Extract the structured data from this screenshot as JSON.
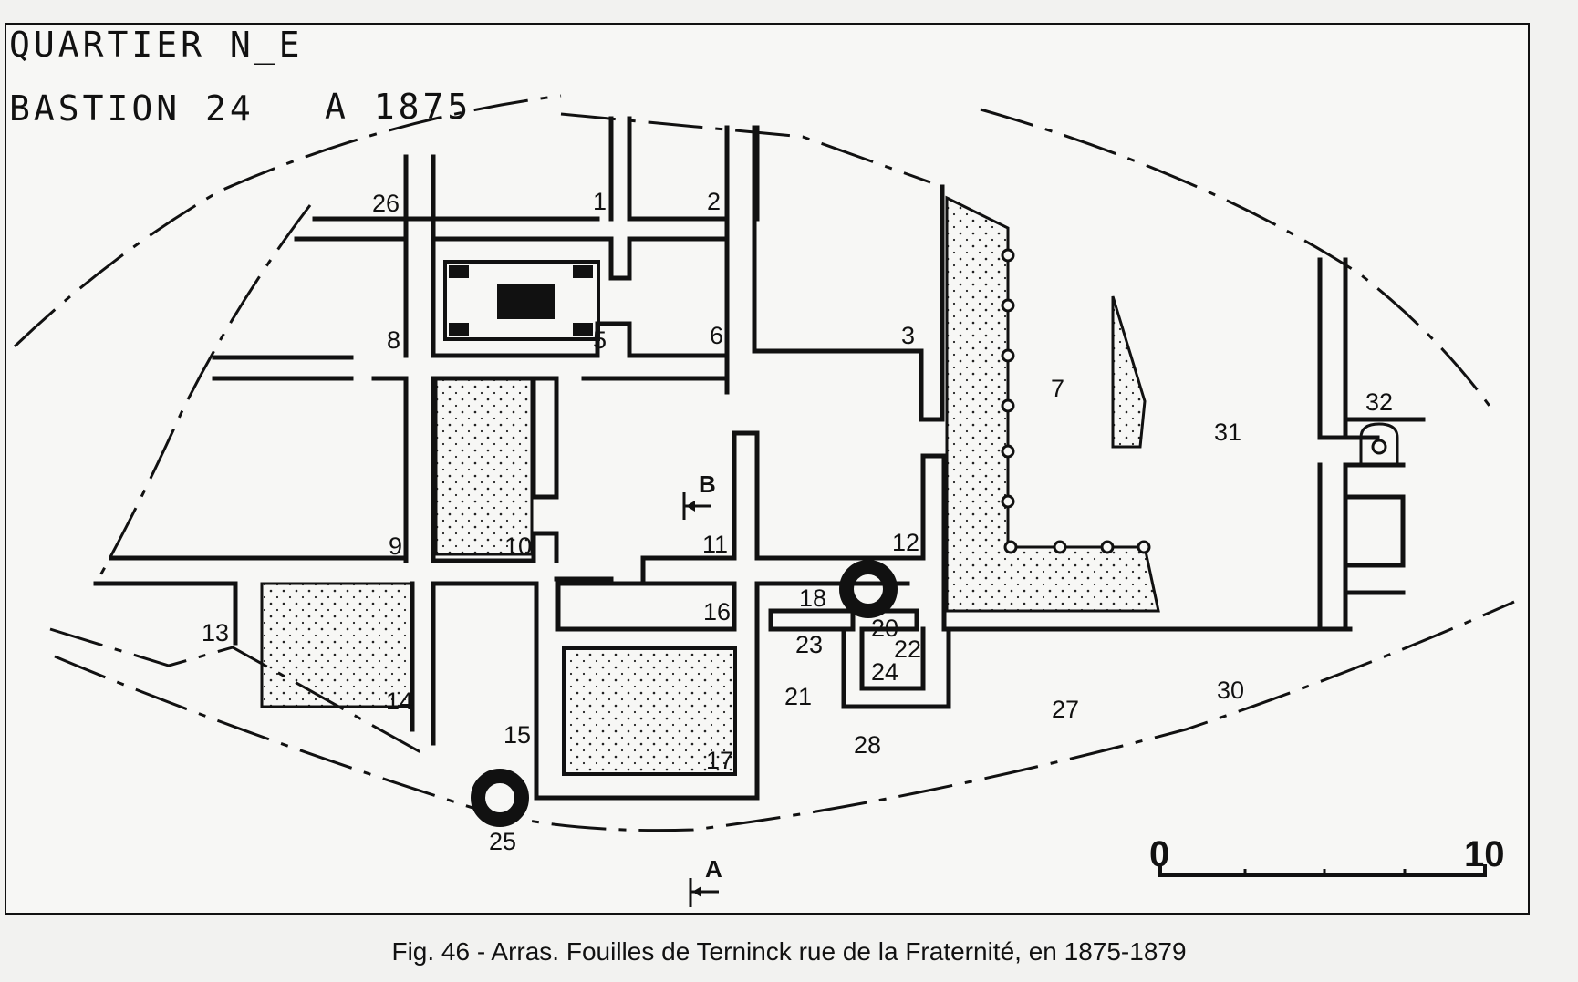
{
  "header": {
    "line1": "QUARTIER N_E",
    "line2_left": "BASTION 24",
    "line2_right": "A 1875"
  },
  "rooms": [
    "1",
    "2",
    "3",
    "5",
    "6",
    "7",
    "8",
    "9",
    "10",
    "11",
    "12",
    "13",
    "14",
    "15",
    "16",
    "17",
    "18",
    "20",
    "21",
    "22",
    "23",
    "24",
    "25",
    "26",
    "27",
    "28",
    "30",
    "31",
    "32"
  ],
  "sections": {
    "a": "A",
    "b": "B"
  },
  "scale": {
    "min": "0",
    "max": "10"
  },
  "caption": "Fig. 46 - Arras. Fouilles de Terninck rue de  la  Fraternité, en 1875-1879"
}
